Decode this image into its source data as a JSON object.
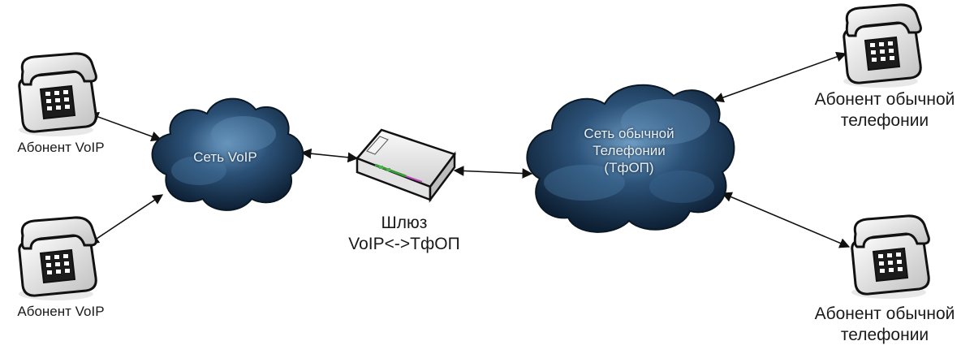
{
  "nodes": {
    "voip_cloud": "Сеть VoIP",
    "pstn_cloud": [
      "Сеть обычной",
      "Телефонии",
      "(ТфОП)"
    ],
    "gateway": [
      "Шлюз",
      "VoIP<->ТфОП"
    ],
    "voip_subscriber_top": "Абонент VoIP",
    "voip_subscriber_bottom": "Абонент VoIP",
    "pstn_subscriber_top": [
      "Абонент обычной",
      "телефонии"
    ],
    "pstn_subscriber_bottom": [
      "Абонент обычной",
      "телефонии"
    ]
  },
  "colors": {
    "cloud_dark": "#0d1f33",
    "cloud_mid": "#2c5278",
    "cloud_light": "#6f9dc4",
    "line": "#111111"
  },
  "icons": {
    "phone": "telephone-icon",
    "gateway": "router-icon"
  }
}
